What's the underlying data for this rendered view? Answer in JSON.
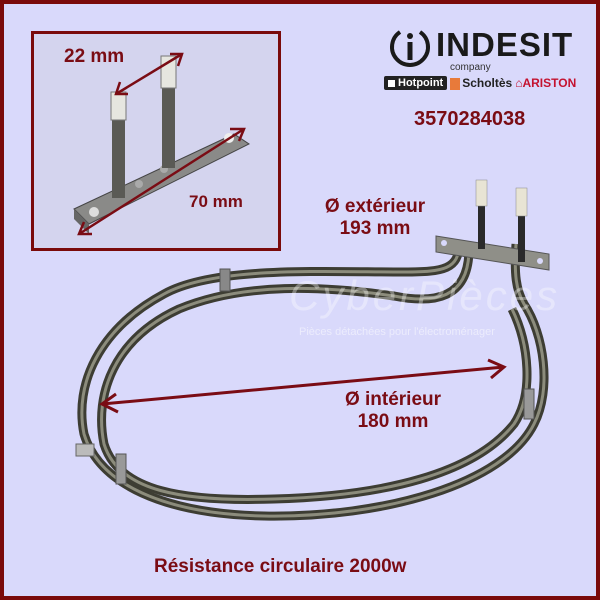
{
  "brand": {
    "logo_icon": "indesit-power-i-icon",
    "name": "INDESIT",
    "subtitle": "company",
    "sub_brands": [
      "Hotpoint",
      "Scholtès",
      "ARISTON"
    ]
  },
  "product": {
    "reference": "3570284038",
    "title": "Résistance circulaire 2000w"
  },
  "inset": {
    "terminal_spacing": "22 mm",
    "bracket_length": "70 mm"
  },
  "dimensions": {
    "exterior_label": "Ø extérieur",
    "exterior_value": "193 mm",
    "interior_label": "Ø intérieur",
    "interior_value": "180 mm"
  },
  "watermark": {
    "name": "CyberPièces",
    "tagline": "Pièces détachées pour l'électroménager"
  },
  "colors": {
    "background": "#d9d9fb",
    "accent_red": "#7a0c14",
    "frame": "#7a0a0a"
  }
}
